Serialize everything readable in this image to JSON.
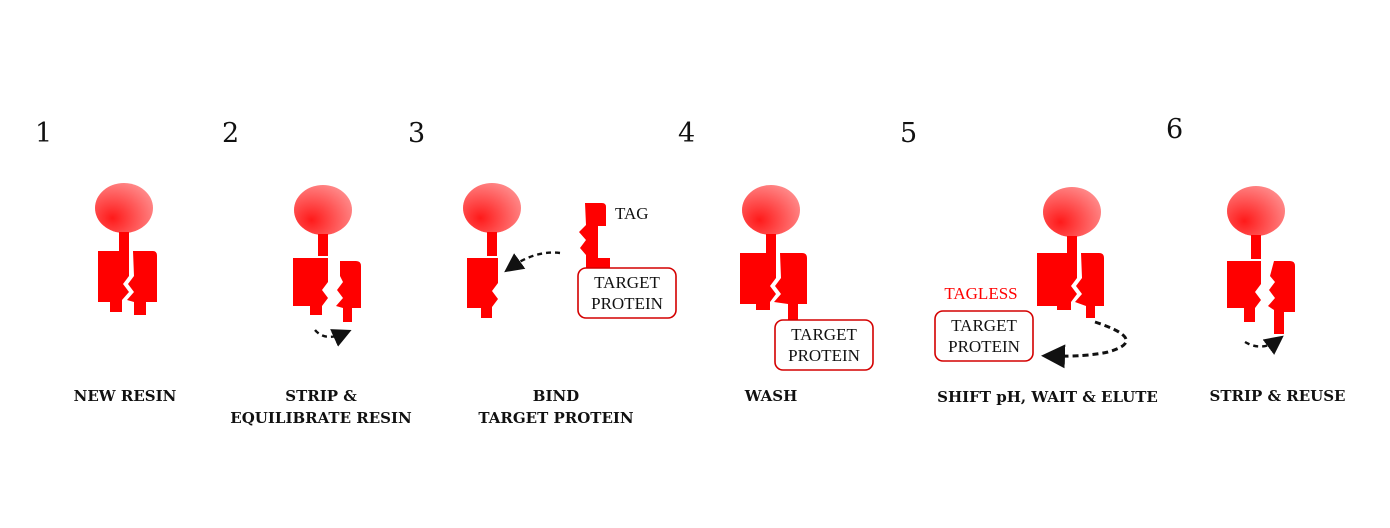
{
  "accent_color": "#ff0000",
  "steps": [
    {
      "number": "1",
      "caption": "NEW RESIN"
    },
    {
      "number": "2",
      "caption": "STRIP &\nEQUILIBRATE RESIN"
    },
    {
      "number": "3",
      "caption": "BIND\nTARGET PROTEIN"
    },
    {
      "number": "4",
      "caption": "WASH"
    },
    {
      "number": "5",
      "caption": "SHIFT pH, WAIT & ELUTE"
    },
    {
      "number": "6",
      "caption": "STRIP & REUSE"
    }
  ],
  "labels": {
    "tag": "TAG",
    "target_line1": "TARGET",
    "target_line2": "PROTEIN",
    "tagless": "TAGLESS"
  }
}
